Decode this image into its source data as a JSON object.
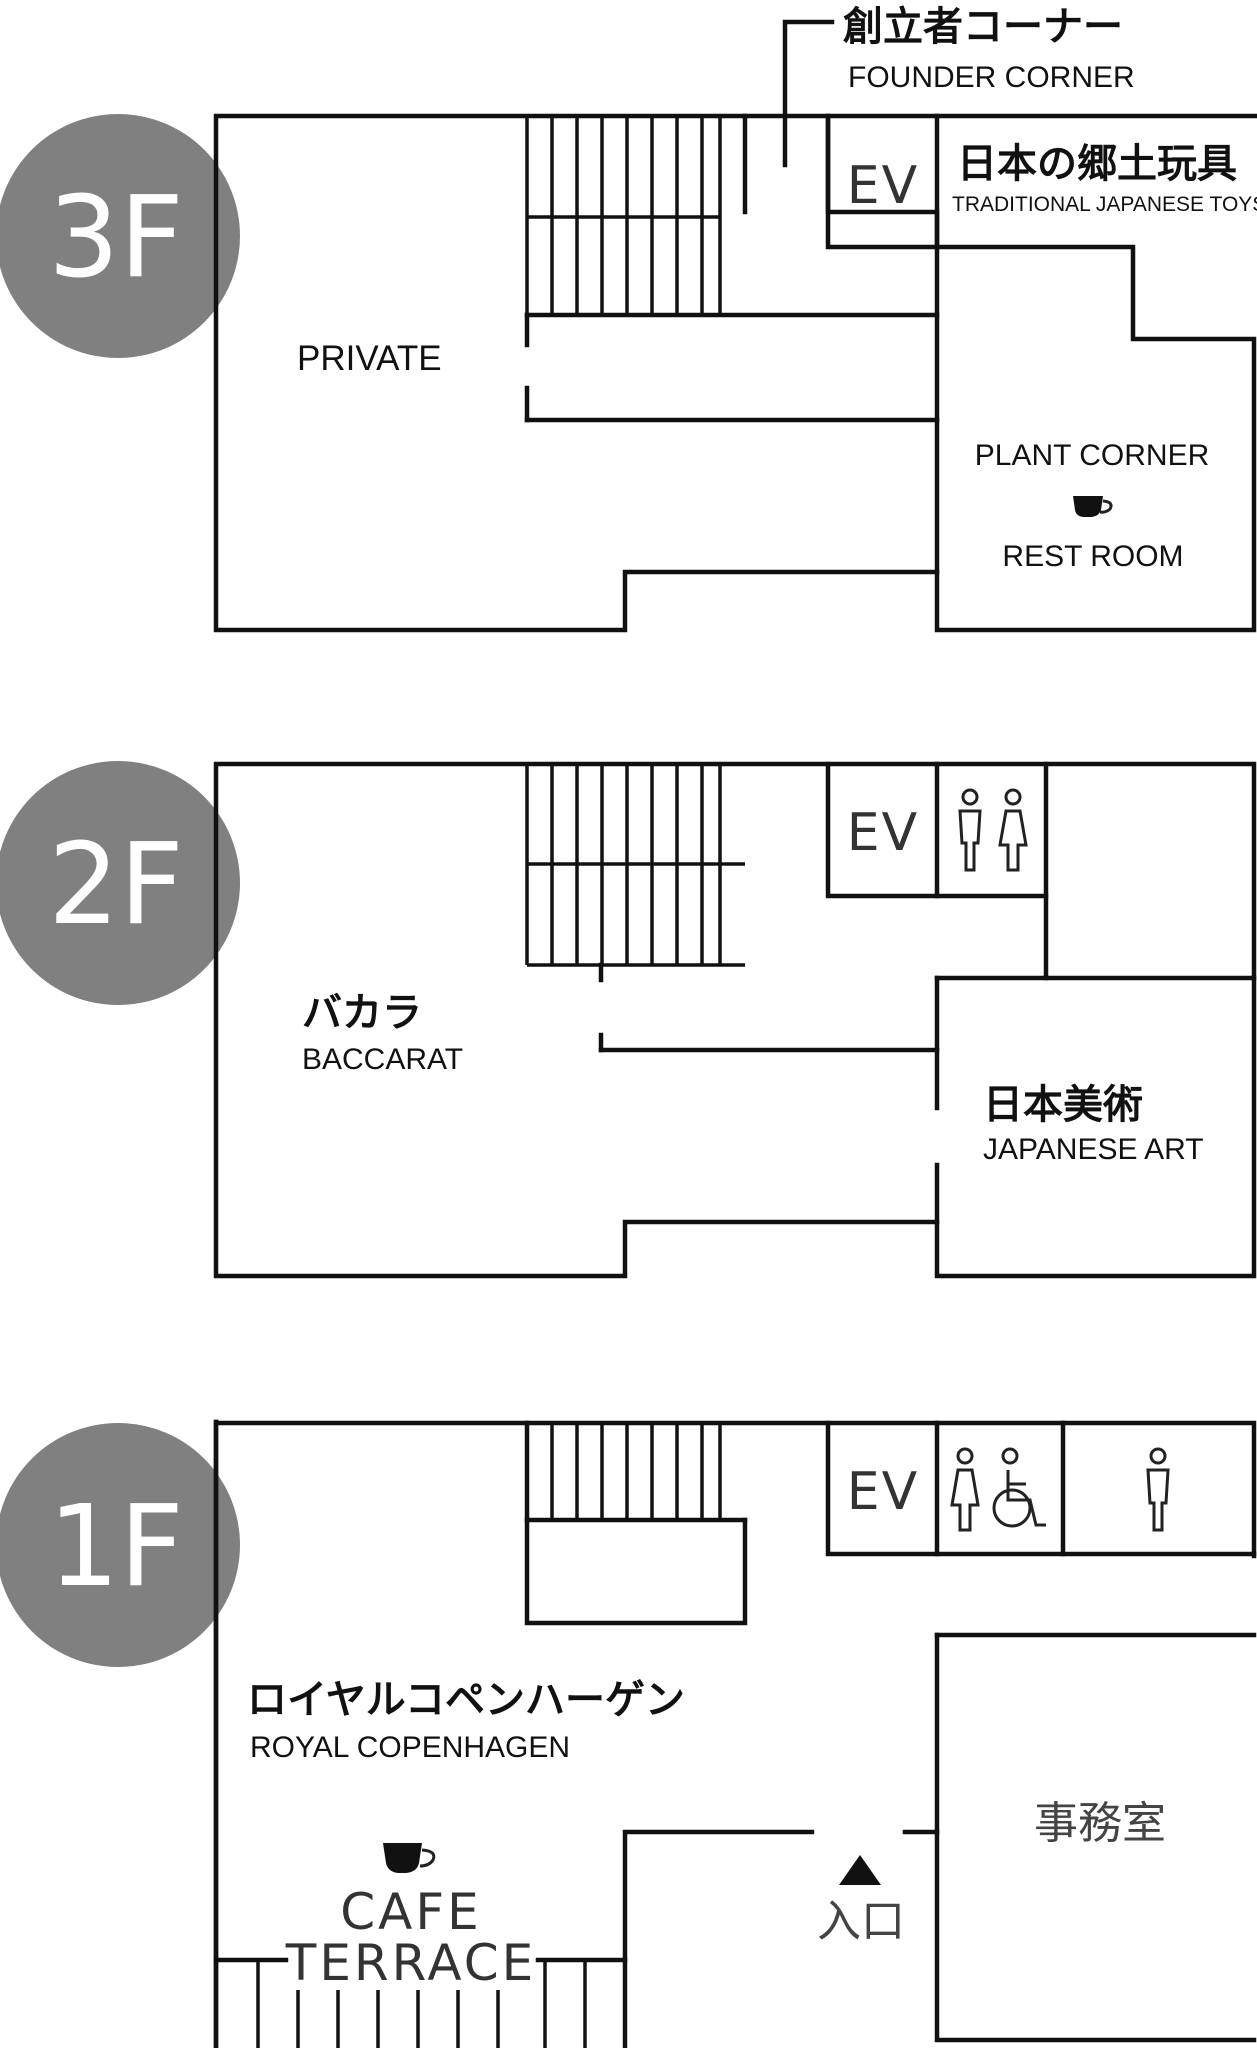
{
  "colors": {
    "badge": "#808080",
    "wall": "#111111",
    "text": "#111111",
    "muted": "#444444"
  },
  "floors": {
    "f3": {
      "badge": "3F",
      "founder_jp": "創立者コーナー",
      "founder_en": "FOUNDER CORNER",
      "ev": "EV",
      "toys_jp": "日本の郷土玩具",
      "toys_en": "TRADITIONAL JAPANESE TOYS",
      "private": "PRIVATE",
      "plant": "PLANT CORNER",
      "rest": "REST ROOM",
      "icons": [
        "coffee-cup-icon"
      ]
    },
    "f2": {
      "badge": "2F",
      "ev": "EV",
      "baccarat_jp": "バカラ",
      "baccarat_en": "BACCARAT",
      "art_jp": "日本美術",
      "art_en": "JAPANESE ART",
      "icons": [
        "male-toilet-icon",
        "female-toilet-icon"
      ]
    },
    "f1": {
      "badge": "1F",
      "ev": "EV",
      "royal_jp": "ロイヤルコペンハーゲン",
      "royal_en": "ROYAL COPENHAGEN",
      "office": "事務室",
      "entrance": "入口",
      "cafe": "CAFE",
      "terrace": "TERRACE",
      "icons": [
        "female-toilet-icon",
        "wheelchair-icon",
        "male-toilet-icon",
        "coffee-cup-icon",
        "entrance-arrow-icon"
      ]
    }
  }
}
